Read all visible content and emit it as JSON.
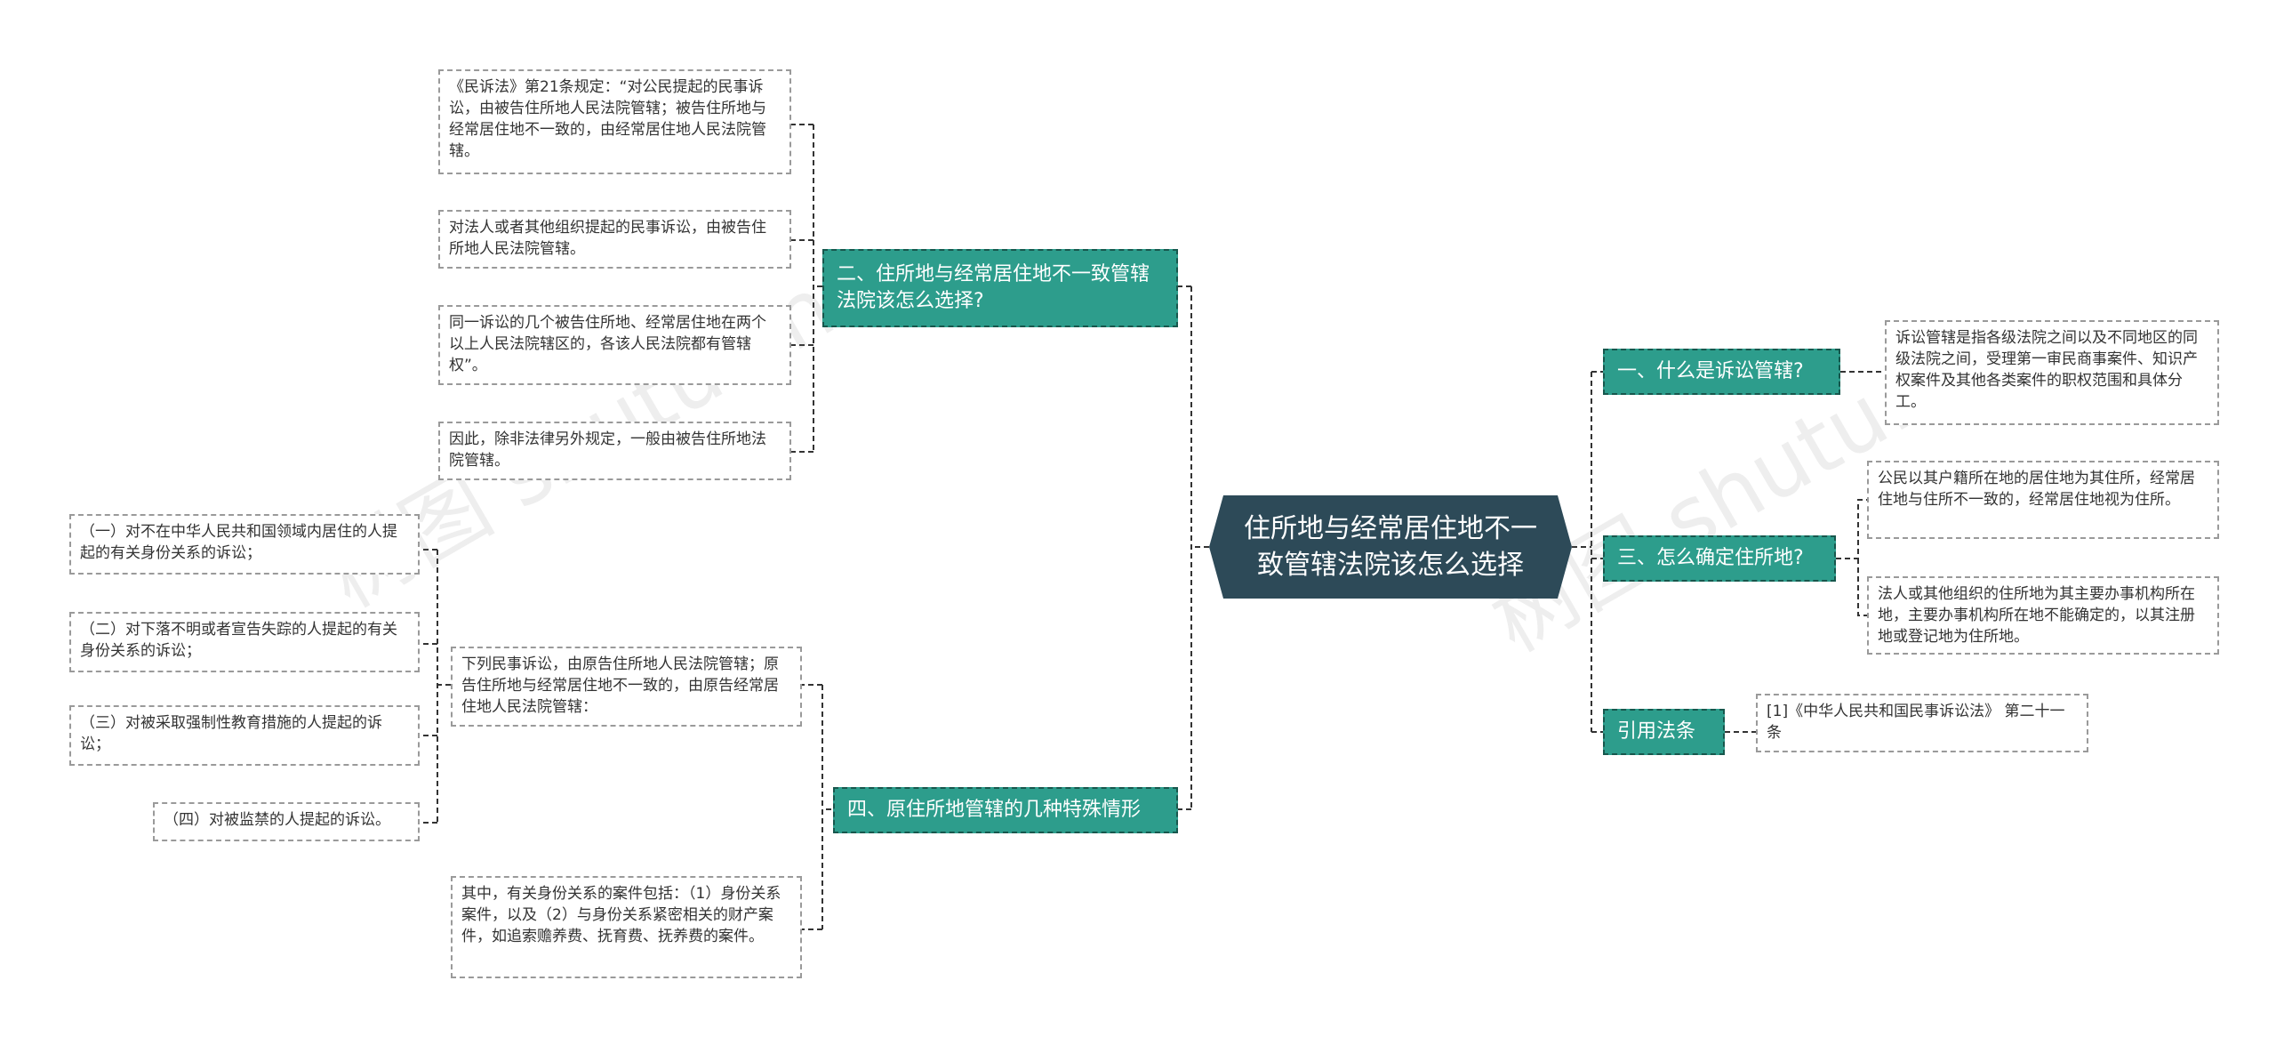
{
  "root": {
    "title": "住所地与经常居住地不一致管辖法院该怎么选择"
  },
  "watermark": {
    "text": "树图 shutu.cn"
  },
  "branches": {
    "b1": "一、什么是诉讼管辖?",
    "b2": "二、住所地与经常居住地不一致管辖法院该怎么选择?",
    "b3": "三、怎么确定住所地?",
    "b4": "四、原住所地管辖的几种特殊情形",
    "b5": "引用法条"
  },
  "leaves": {
    "l1": "诉讼管辖是指各级法院之间以及不同地区的同级法院之间，受理第一审民商事案件、知识产权案件及其他各类案件的职权范围和具体分工。",
    "l2": "公民以其户籍所在地的居住地为其住所，经常居住地与住所不一致的，经常居住地视为住所。",
    "l3": "法人或其他组织的住所地为其主要办事机构所在地，主要办事机构所在地不能确定的，以其注册地或登记地为住所地。",
    "l4": "[1]《中华人民共和国民事诉讼法》 第二十一条",
    "l5": "《民诉法》第21条规定：“对公民提起的民事诉讼，由被告住所地人民法院管辖；被告住所地与经常居住地不一致的，由经常居住地人民法院管辖。",
    "l6": "对法人或者其他组织提起的民事诉讼，由被告住所地人民法院管辖。",
    "l7": "同一诉讼的几个被告住所地、经常居住地在两个以上人民法院辖区的，各该人民法院都有管辖权”。",
    "l8": "因此，除非法律另外规定，一般由被告住所地法院管辖。",
    "l9": "下列民事诉讼，由原告住所地人民法院管辖；原告住所地与经常居住地不一致的，由原告经常居住地人民法院管辖：",
    "l10": "其中，有关身份关系的案件包括：（1）身份关系案件，以及（2）与身份关系紧密相关的财产案件，如追索赡养费、抚育费、抚养费的案件。",
    "l11": "（一）对不在中华人民共和国领域内居住的人提起的有关身份关系的诉讼；",
    "l12": "（二）对下落不明或者宣告失踪的人提起的有关身份关系的诉讼；",
    "l13": "（三）对被采取强制性教育措施的人提起的诉讼；",
    "l14": "（四）对被监禁的人提起的诉讼。"
  },
  "colors": {
    "root": "#2d4a58",
    "branch": "#2d9d8c",
    "branch_border": "#17574d",
    "leaf_border": "#9a9a9a",
    "line": "#333333"
  }
}
